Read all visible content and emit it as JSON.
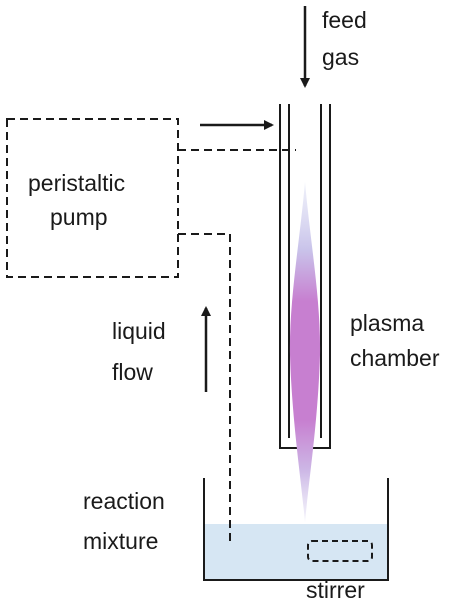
{
  "labels": {
    "feed_gas": [
      "feed",
      "gas"
    ],
    "pump": [
      "peristaltic",
      "pump"
    ],
    "liquid_flow": [
      "liquid",
      "flow"
    ],
    "plasma_chamber": [
      "plasma",
      "chamber"
    ],
    "reaction_mixture": [
      "reaction",
      "mixture"
    ],
    "stirrer": "stirrer"
  },
  "colors": {
    "line": "#1a1a1a",
    "plasma": "#c77fd0",
    "plasma_glow": "#d9d4ef",
    "liquid": "#d6e6f3"
  }
}
